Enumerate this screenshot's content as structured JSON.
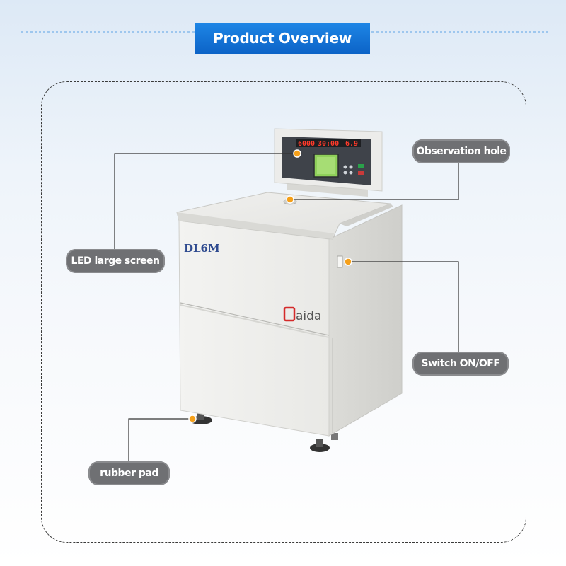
{
  "header": {
    "title": "Product Overview"
  },
  "product": {
    "model": "DL6M",
    "brand": "aida",
    "brand_prefix_color": "#d42a2a",
    "display": {
      "speed": "6000",
      "time": "30:00",
      "temp": "6.9"
    }
  },
  "callouts": {
    "observation_hole": "Observation hole",
    "led_screen": "LED large screen",
    "switch": "Switch ON/OFF",
    "rubber_pad": "rubber pad"
  },
  "colors": {
    "banner": "#0c63c7",
    "callout_bg": "#6f7073",
    "marker": "#f5a01a"
  }
}
